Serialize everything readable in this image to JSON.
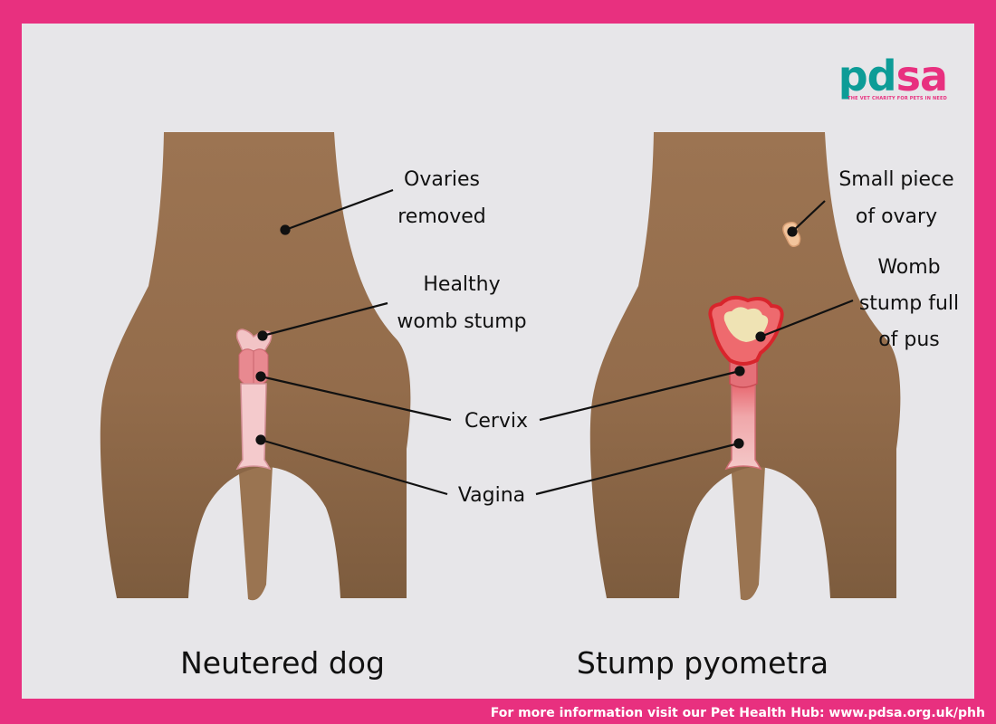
{
  "logo": {
    "text_pd": "pd",
    "text_sa": "sa",
    "tagline": "THE VET CHARITY FOR PETS IN NEED"
  },
  "labels": {
    "ovaries_removed": [
      "Ovaries",
      "removed"
    ],
    "healthy_womb_stump": [
      "Healthy",
      "womb stump"
    ],
    "cervix": "Cervix",
    "vagina": "Vagina",
    "small_piece_of_ovary": [
      "Small piece",
      "of ovary"
    ],
    "womb_stump_full_of_pus": [
      "Womb",
      "stump full",
      "of pus"
    ]
  },
  "captions": {
    "left": "Neutered dog",
    "right": "Stump pyometra"
  },
  "footer": "For more information visit our Pet Health Hub: www.pdsa.org.uk/phh",
  "colors": {
    "border": "#e8307f",
    "panel": "#e7e6e9",
    "body": "#98704e",
    "body_shadow": "#7a5a3c",
    "healthy_tissue": "#f2c4c6",
    "cervix": "#e7878f",
    "infected_wall": "#e03a3e",
    "pus": "#efe3b4",
    "teal": "#0d9c97"
  }
}
